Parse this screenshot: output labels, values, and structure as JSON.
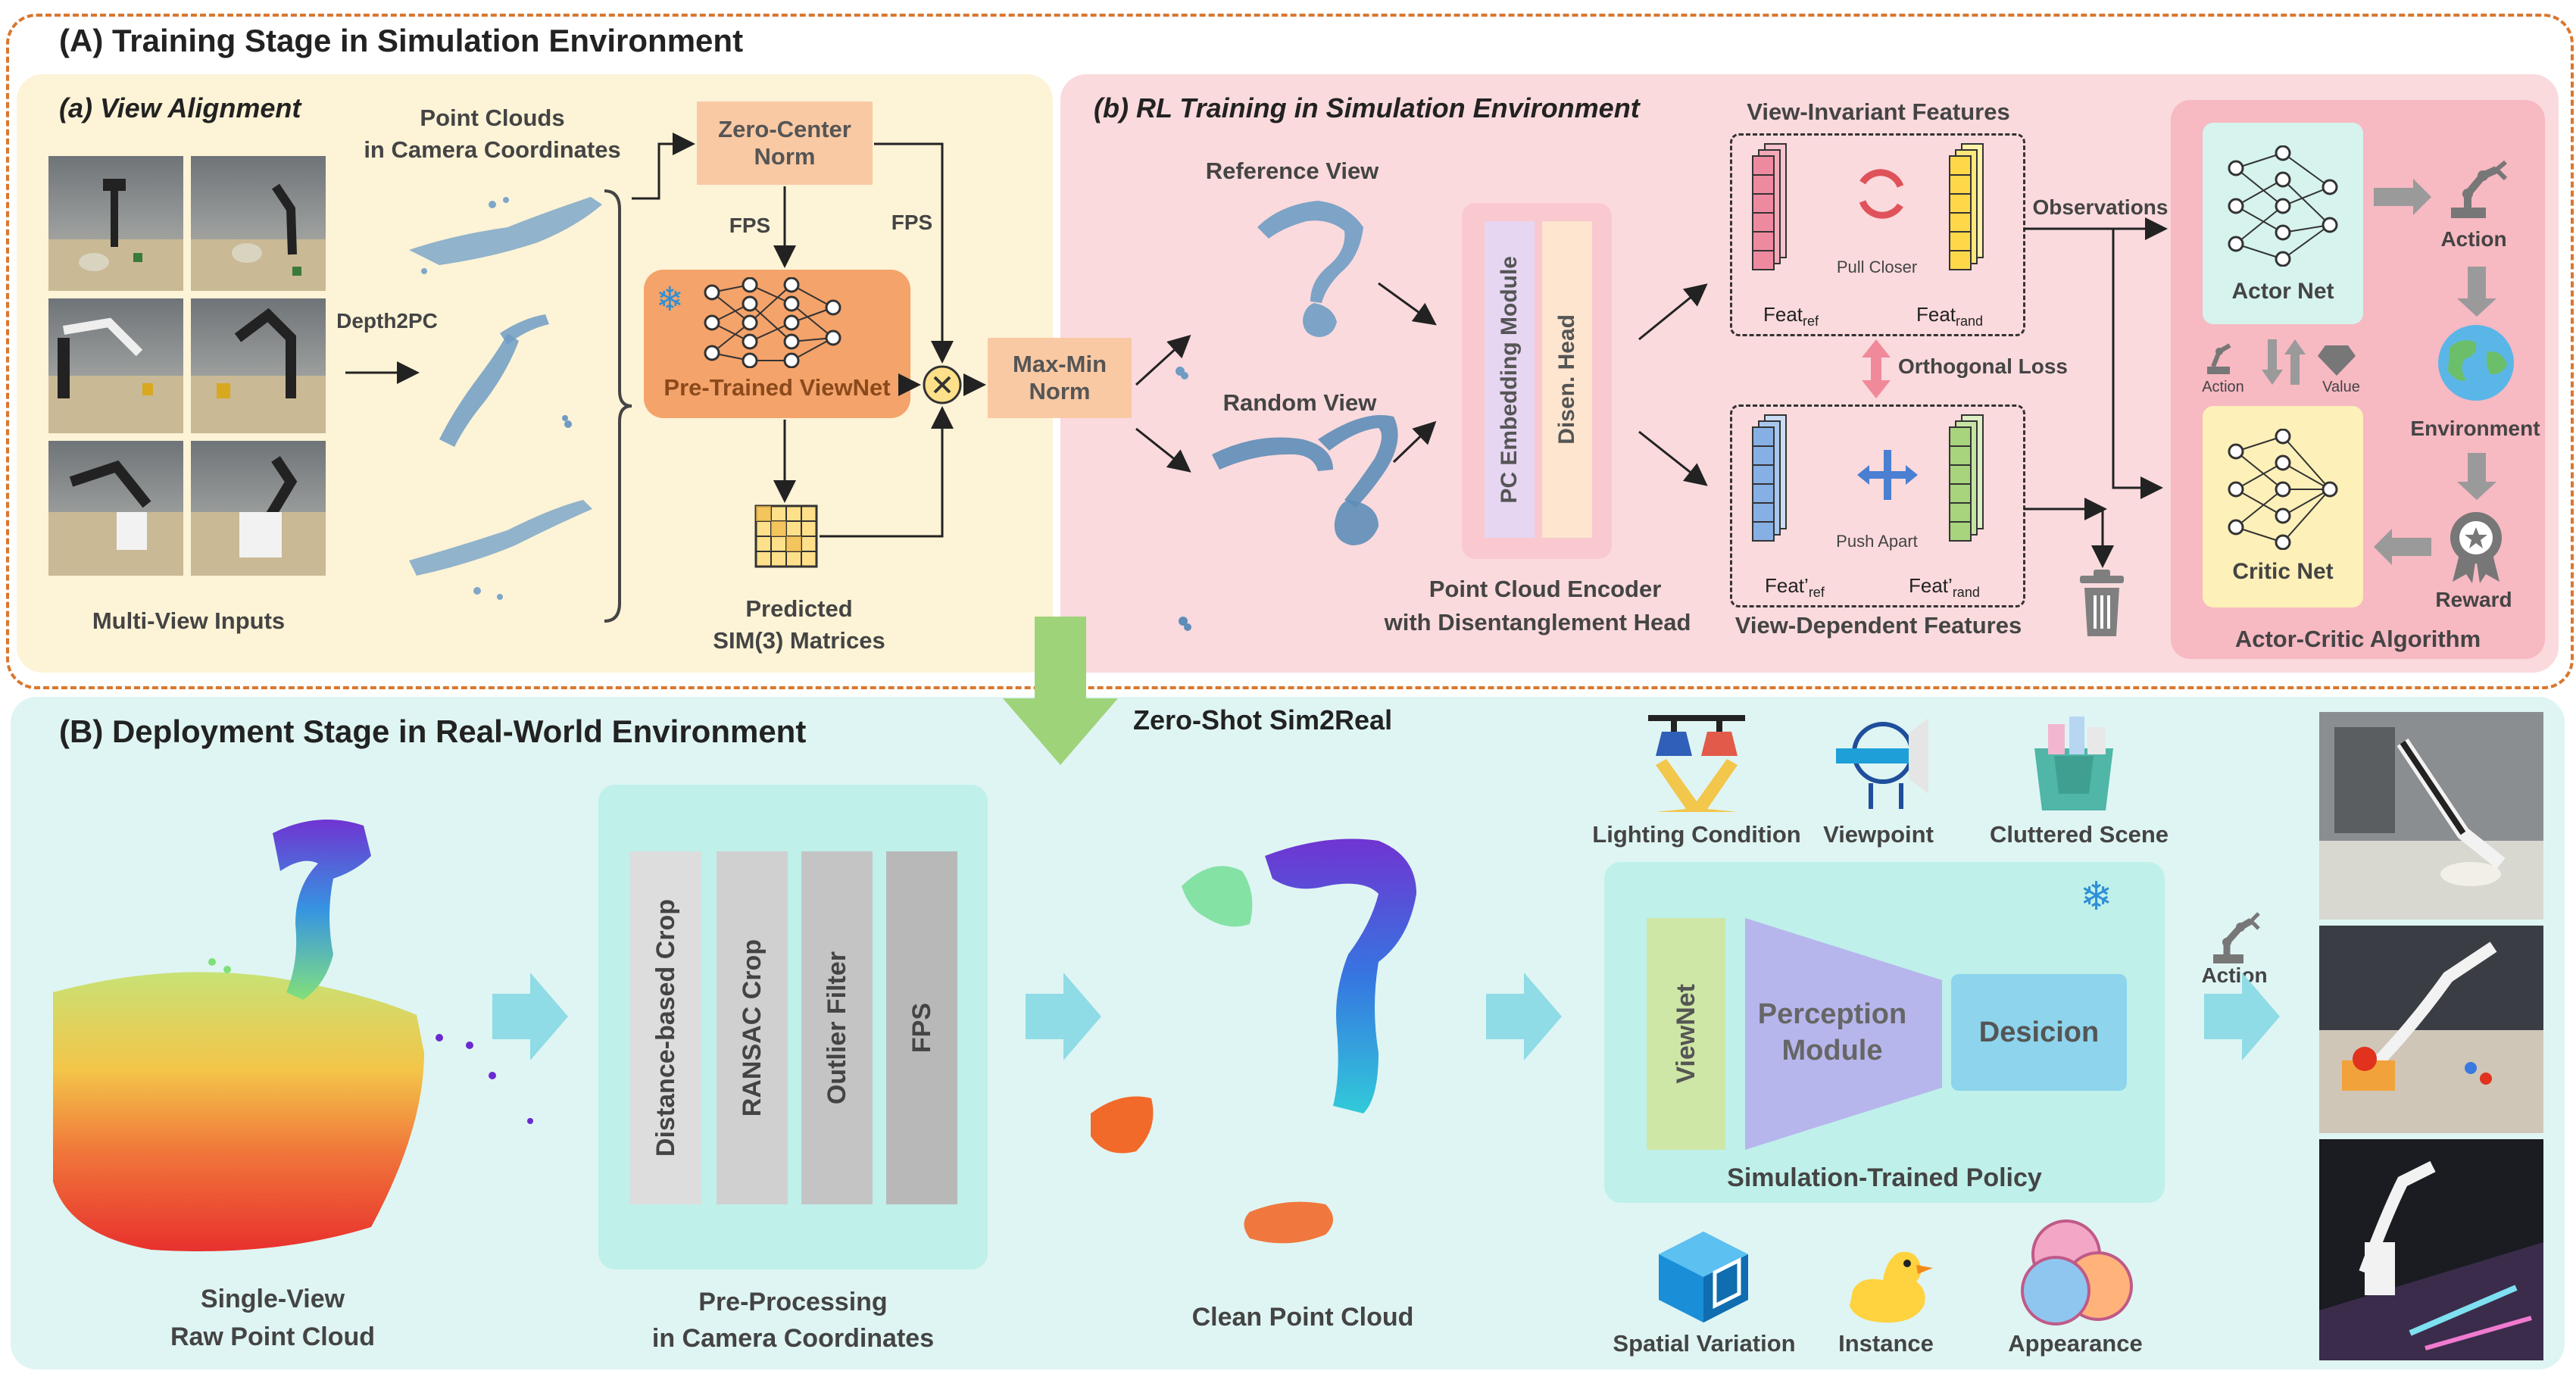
{
  "stage_a": {
    "title": "(A) Training Stage in Simulation Environment",
    "view_alignment": {
      "title": "(a) View Alignment",
      "multi_view_inputs": "Multi-View Inputs",
      "depth2pc": "Depth2PC",
      "point_clouds_line1": "Point Clouds",
      "point_clouds_line2": "in Camera Coordinates",
      "zero_center_line1": "Zero-Center",
      "zero_center_line2": "Norm",
      "fps_left": "FPS",
      "fps_right": "FPS",
      "viewnet": "Pre-Trained ViewNet",
      "max_min_line1": "Max-Min",
      "max_min_line2": "Norm",
      "predicted_line1": "Predicted",
      "predicted_line2": "SIM(3) Matrices"
    },
    "rl_training": {
      "title": "(b) RL Training in Simulation Environment",
      "reference_view": "Reference View",
      "random_view": "Random View",
      "pc_embedding": "PC Embedding Module",
      "disen_head": "Disen. Head",
      "encoder_line1": "Point Cloud Encoder",
      "encoder_line2": "with Disentanglement Head",
      "view_invariant": "View-Invariant Features",
      "view_dependent": "View-Dependent Features",
      "pull_closer": "Pull Closer",
      "push_apart": "Push Apart",
      "orthogonal_loss": "Orthogonal Loss",
      "feat": "Feat",
      "feat_prime": "Feat’",
      "sub_ref": "ref",
      "sub_rand": "rand",
      "observations": "Observations",
      "actor_net": "Actor Net",
      "critic_net": "Critic Net",
      "action_small": "Action",
      "value_small": "Value",
      "action": "Action",
      "environment": "Environment",
      "reward": "Reward",
      "actor_critic": "Actor-Critic Algorithm"
    }
  },
  "transfer_label": "Zero-Shot Sim2Real",
  "stage_b": {
    "title": "(B) Deployment Stage in Real-World Environment",
    "raw_line1": "Single-View",
    "raw_line2": "Raw Point Cloud",
    "steps": [
      "Distance-based Crop",
      "RANSAC Crop",
      "Outlier Filter",
      "FPS"
    ],
    "preproc_line1": "Pre-Processing",
    "preproc_line2": "in Camera Coordinates",
    "clean": "Clean Point Cloud",
    "lighting": "Lighting Condition",
    "viewpoint": "Viewpoint",
    "cluttered": "Cluttered Scene",
    "viewnet": "ViewNet",
    "perception_line1": "Perception",
    "perception_line2": "Module",
    "decision": "Desicion",
    "policy": "Simulation-Trained Policy",
    "spatial": "Spatial Variation",
    "instance": "Instance",
    "appearance": "Appearance",
    "action": "Action"
  },
  "colors": {
    "view_alignment_bg": "#fdf3d6",
    "rl_bg": "#fadadd",
    "deploy_bg": "#dff5f3",
    "orange_box": "#f9c9a4",
    "viewnet_box": "#f4a36a",
    "arrow_cyan": "#8fdbe6",
    "arrow_green": "#9fd37a"
  }
}
